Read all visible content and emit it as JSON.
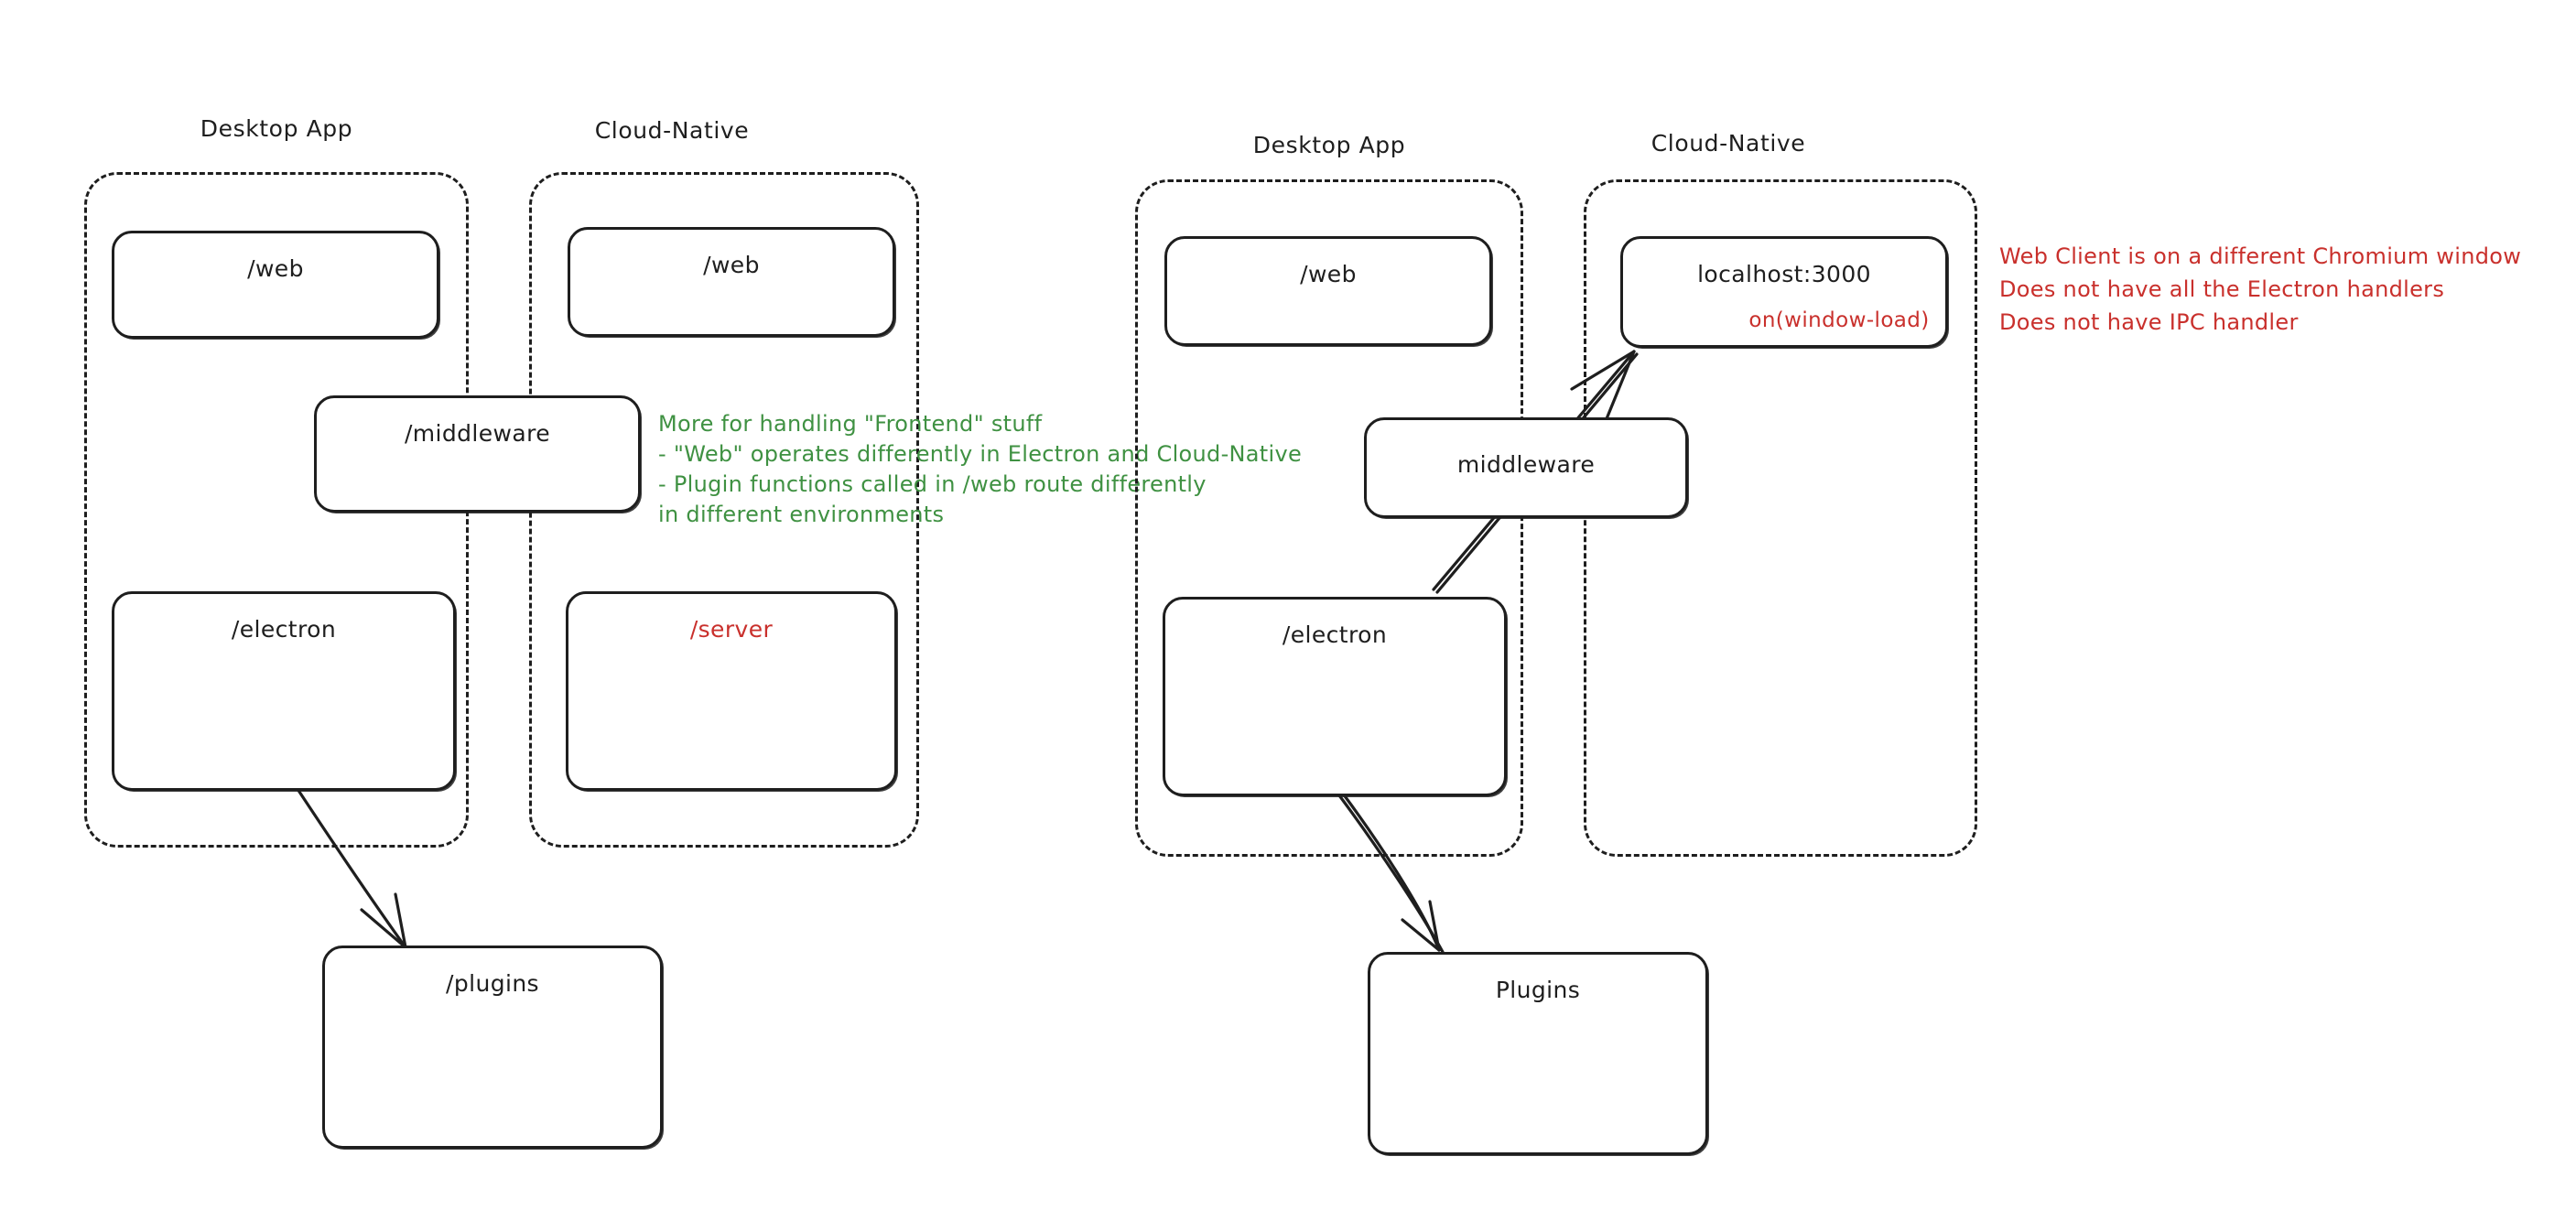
{
  "diagram": {
    "title_colors": {
      "ink": "#1e1e1e",
      "green_note": "#3f9142",
      "red_note": "#c9302c",
      "background": "#ffffff"
    },
    "panels": [
      {
        "id": "left",
        "groups": [
          {
            "id": "left-desktop",
            "label": "Desktop App"
          },
          {
            "id": "left-cloud",
            "label": "Cloud-Native"
          }
        ],
        "nodes": [
          {
            "id": "left-desktop-web",
            "label": "/web"
          },
          {
            "id": "left-cloud-web",
            "label": "/web"
          },
          {
            "id": "left-middleware",
            "label": "/middleware"
          },
          {
            "id": "left-electron",
            "label": "/electron"
          },
          {
            "id": "left-server",
            "label": "/server"
          },
          {
            "id": "left-plugins",
            "label": "/plugins"
          }
        ]
      },
      {
        "id": "right",
        "groups": [
          {
            "id": "right-desktop",
            "label": "Desktop App"
          },
          {
            "id": "right-cloud",
            "label": "Cloud-Native"
          }
        ],
        "nodes": [
          {
            "id": "right-desktop-web",
            "label": "/web"
          },
          {
            "id": "right-localhost",
            "label": "localhost:3000",
            "sublabel": "on(window-load)"
          },
          {
            "id": "right-middleware",
            "label": "middleware"
          },
          {
            "id": "right-electron",
            "label": "/electron"
          },
          {
            "id": "right-plugins",
            "label": "Plugins"
          }
        ]
      }
    ],
    "annotations": [
      {
        "id": "green-note",
        "color": "green",
        "lines": [
          "More for handling \"Frontend\" stuff",
          "- \"Web\" operates differently in Electron and Cloud-Native",
          "- Plugin functions called in /web route differently",
          "in different environments"
        ],
        "text": "More for handling \"Frontend\" stuff\n- \"Web\" operates differently in Electron and Cloud-Native\n- Plugin functions called in /web route differently\nin different environments"
      },
      {
        "id": "red-note",
        "color": "red",
        "lines": [
          "Web Client is on a different Chromium window",
          "Does not have all the Electron handlers",
          "Does not have IPC handler"
        ],
        "text": "Web Client is on a different Chromium window\nDoes not have all the Electron handlers\nDoes not have IPC handler"
      }
    ],
    "connectors": [
      {
        "id": "left-electron-to-plugins",
        "from": "/electron",
        "to": "/plugins",
        "style": "arrow"
      },
      {
        "id": "right-electron-to-plugins",
        "from": "/electron",
        "to": "Plugins",
        "style": "arrow"
      },
      {
        "id": "right-electron-to-localhost",
        "from": "/electron",
        "to": "localhost:3000",
        "style": "arrow"
      }
    ]
  }
}
